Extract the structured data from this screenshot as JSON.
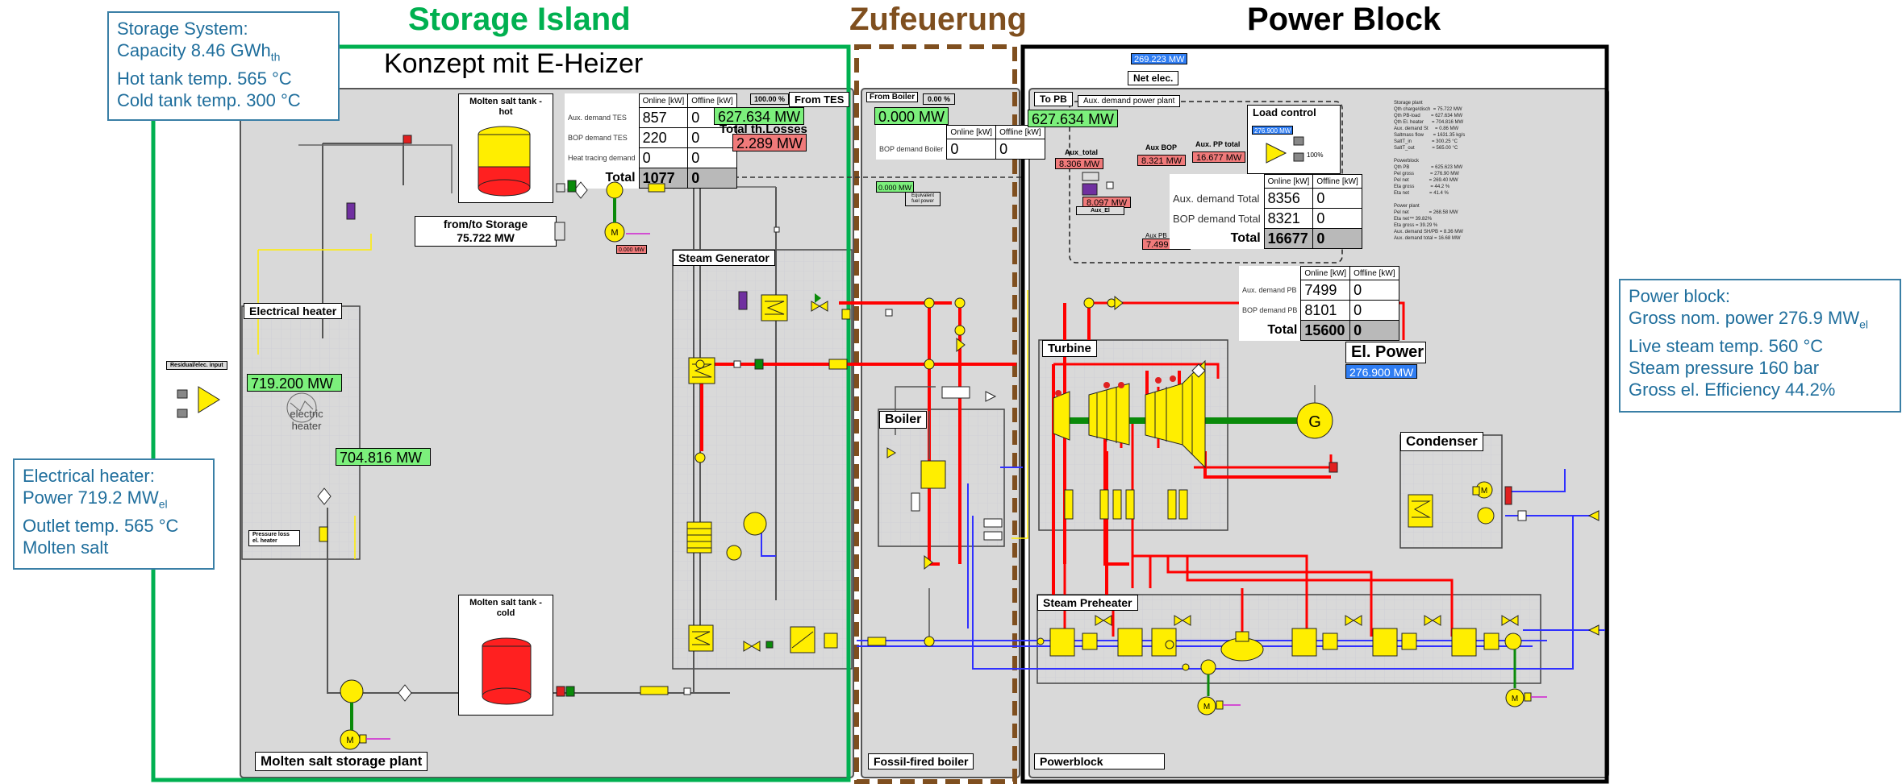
{
  "sections": {
    "storage_island": "Storage Island",
    "zufeuerung": "Zufeuerung",
    "power_block": "Power Block",
    "konzept": "Konzept mit E-Heizer"
  },
  "info_boxes": {
    "storage": {
      "line1": "Storage System:",
      "line2_prefix": "Capacity 8.46 GWh",
      "line2_sub": "th",
      "line3": "Hot tank temp. 565 °C",
      "line4": "Cold tank temp. 300 °C"
    },
    "heater": {
      "line1": "Electrical heater:",
      "line2_prefix": "Power 719.2 MW",
      "line2_sub": "el",
      "line3": "Outlet temp. 565 °C",
      "line4": "Molten salt"
    },
    "power_block": {
      "line1": "Power block:",
      "line2_prefix": "Gross nom. power 276.9 MW",
      "line2_sub": "el",
      "line3": "Live steam temp. 560 °C",
      "line4": "Steam pressure 160 bar",
      "line5": "Gross el. Efficiency 44.2%"
    }
  },
  "storage_panel": {
    "hot_tank": "Molten salt tank - hot",
    "cold_tank": "Molten salt tank - cold",
    "electrical_heater": "Electrical heater",
    "electric_heater_symbol": "electric heater",
    "from_to_storage_title": "from/to Storage",
    "from_to_storage_value": "75.722 MW",
    "steam_generator": "Steam Generator",
    "plant_label": "Molten salt storage plant",
    "heater_input_mw": "719.200 MW",
    "heater_output_mw": "704.816 MW",
    "residual_input": "Residual/elec. input",
    "pressure_loss": "Pressure loss el. heater",
    "from_tes": "From TES",
    "from_tes_pct": "100.00 %",
    "from_tes_mw": "627.634 MW",
    "total_losses_label": "Total th.Losses",
    "total_losses_mw": "2.289 MW",
    "pump_mw": "0.000 MW",
    "aux_table": {
      "headers": [
        "Online [kW]",
        "Offline [kW]"
      ],
      "rows": [
        {
          "label": "Aux. demand TES",
          "online": "857",
          "offline": "0"
        },
        {
          "label": "BOP demand TES",
          "online": "220",
          "offline": "0"
        },
        {
          "label": "Heat tracing demand",
          "online": "0",
          "offline": "0"
        }
      ],
      "total_label": "Total",
      "total_online": "1077",
      "total_offline": "0"
    }
  },
  "boiler_panel": {
    "from_boiler": "From Boiler",
    "from_boiler_pct": "0.00 %",
    "from_boiler_mw": "0.000 MW",
    "table": {
      "headers": [
        "Online [kW]",
        "Offline [kW]"
      ],
      "row_label": "BOP demand Boiler",
      "online": "0",
      "offline": "0"
    },
    "fuel_mw": "0.000 MW",
    "fuel_label": "Equivalent fuel power",
    "boiler": "Boiler",
    "plant_label": "Fossil-fired boiler"
  },
  "power_panel": {
    "net_elec_value": "269.223 MW",
    "net_elec": "Net elec.",
    "to_pb": "To PB",
    "to_pb_mw": "627.634 MW",
    "aux_demand_pp": "Aux. demand power plant",
    "aux_total": "Aux_total",
    "aux_total_mw": "8.306 MW",
    "aux_bop": "Aux BOP",
    "aux_bop_mw": "8.321 MW",
    "aux_pp_total": "Aux. PP total",
    "aux_pp_total_mw": "16.677 MW",
    "aux_el_mw": "8.097 MW",
    "aux_el": "Aux_El",
    "aux_pb": "Aux PB",
    "aux_pb_mw": "7.499 MW",
    "load_control": "Load control",
    "load_value": "276.900 MW",
    "load_pct": "100%",
    "pp_table": {
      "headers": [
        "Online [kW]",
        "Offline [kW]"
      ],
      "rows": [
        {
          "label": "Aux. demand Total",
          "online": "8356",
          "offline": "0"
        },
        {
          "label": "BOP demand Total",
          "online": "8321",
          "offline": "0"
        }
      ],
      "total_label": "Total",
      "total_online": "16677",
      "total_offline": "0"
    },
    "pb_table": {
      "headers": [
        "Online [kW]",
        "Offline [kW]"
      ],
      "rows": [
        {
          "label": "Aux. demand PB",
          "online": "7499",
          "offline": "0"
        },
        {
          "label": "BOP demand PB",
          "online": "8101",
          "offline": "0"
        }
      ],
      "total_label": "Total",
      "total_online": "15600",
      "total_offline": "0"
    },
    "el_power": "El. Power",
    "el_power_mw": "276.900 MW",
    "turbine": "Turbine",
    "generator": "G",
    "condenser": "Condenser",
    "steam_preheater": "Steam Preheater",
    "plant_label": "Powerblock",
    "summary_text": "Storage plant\nQth charge/disch  = 75.722 MW\nQth PB-load        = 627.634 MW\nQth El. heater      = 704.816 MW\nAux. demand St     = 0.86 MW\nSaltmass flow       = 1631.35 kg/s\nSaltT_in               = 300.25 °C\nSaltT_out             = 565.00 °C\n\nPowerblock\nQth PB                = 625.623 MW\nPel gross            = 276.90 MW\nPel net               = 269.40 MW\nEta gross            = 44.2 %\nEta net               = 41.4 %\n\nPower plant\nPel net               = 268.58 MW\nEta net™ 39.82%\nEta gross = 39.29 %\nAux. demand SH/PB = 8.36 MW\nAux. demand total = 16.68 MW"
  },
  "colors": {
    "storage_border": "#00b050",
    "zufeuerung_title": "#7f4f1f",
    "zufeuerung_border": "#7f4f1f",
    "power_border": "#000000",
    "info_text": "#1f6e9c",
    "hot_salt": "#ff2020",
    "cold_salt": "#ff2020",
    "steam": "#ff0000",
    "water": "#3030ff",
    "component": "#ffee00",
    "value_green": "#7cf07c",
    "value_red": "#f07a7a",
    "value_blue": "#2f7df2"
  },
  "icons": [
    "pump-icon",
    "motor-icon",
    "valve-icon",
    "heat-exchanger-icon",
    "generator-icon",
    "turbine-icon",
    "tank-icon"
  ]
}
